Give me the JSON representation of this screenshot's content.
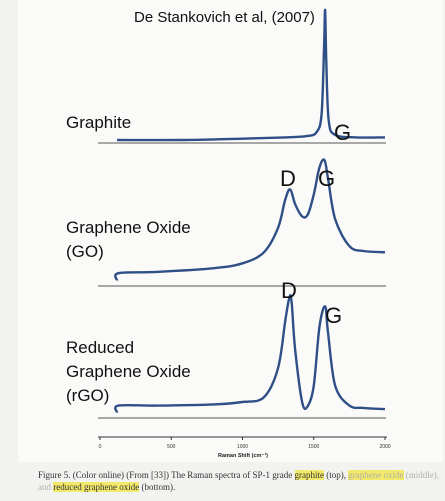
{
  "header": {
    "citation": "De Stankovich et al, (2007)"
  },
  "chart_data": {
    "type": "line",
    "xlabel": "Raman Shift (cm⁻¹)",
    "xlim": [
      0,
      2000
    ],
    "xticks": [
      0,
      500,
      1000,
      1500,
      2000
    ],
    "series": [
      {
        "name": "Graphite",
        "peak_labels": [
          "G"
        ],
        "x": [
          120,
          600,
          1000,
          1300,
          1450,
          1520,
          1555,
          1572,
          1580,
          1588,
          1605,
          1650,
          1800,
          2000
        ],
        "y": [
          0.0,
          0.0,
          0.01,
          0.02,
          0.03,
          0.06,
          0.2,
          0.7,
          1.0,
          0.6,
          0.15,
          0.04,
          0.02,
          0.02
        ]
      },
      {
        "name": "Graphene Oxide\n(GO)",
        "peak_labels": [
          "D",
          "G"
        ],
        "x": [
          120,
          130,
          400,
          800,
          1000,
          1150,
          1250,
          1300,
          1335,
          1370,
          1420,
          1460,
          1500,
          1540,
          1575,
          1600,
          1650,
          1750,
          1850,
          2000
        ],
        "y": [
          0.02,
          0.08,
          0.09,
          0.12,
          0.16,
          0.25,
          0.45,
          0.68,
          0.76,
          0.64,
          0.54,
          0.56,
          0.72,
          0.94,
          1.0,
          0.85,
          0.52,
          0.3,
          0.26,
          0.25
        ]
      },
      {
        "name": "Reduced\nGraphene Oxide\n(rGO)",
        "peak_labels": [
          "D",
          "G"
        ],
        "x": [
          120,
          130,
          400,
          800,
          1000,
          1150,
          1250,
          1300,
          1330,
          1345,
          1370,
          1420,
          1460,
          1500,
          1540,
          1580,
          1600,
          1650,
          1750,
          1850,
          2000
        ],
        "y": [
          0.02,
          0.08,
          0.08,
          0.09,
          0.11,
          0.15,
          0.4,
          0.8,
          1.0,
          0.95,
          0.55,
          0.1,
          0.08,
          0.25,
          0.75,
          0.92,
          0.7,
          0.25,
          0.08,
          0.06,
          0.05
        ]
      }
    ]
  },
  "caption": {
    "lead": "Figure 5. (Color online) (From [33]) The Raman spectra of SP-1 grade ",
    "hl1": "graphite",
    "mid1": " (top),",
    "hl2": "graphene oxide",
    "mid2": " (middle), and ",
    "hl3": "reduced graphene oxide",
    "tail": " (bottom)."
  },
  "colors": {
    "curve": "#2f4f87",
    "text": "#111111",
    "highlight": "#f3e96a"
  }
}
